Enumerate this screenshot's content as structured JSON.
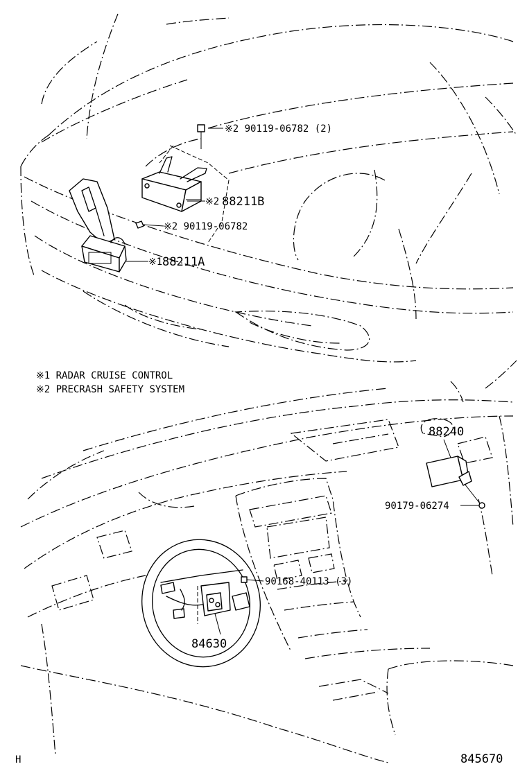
{
  "callouts": {
    "bolt_top": "※2  90119-06782 (2)",
    "sensor_b_mark": "※2",
    "sensor_b": "88211B",
    "bolt_mid": "※2  90119-06782",
    "sensor_a_mark": "※1",
    "sensor_a": "88211A",
    "sensor_88240": "88240",
    "nut_90179": "90179-06274",
    "screw_90168": "90168-40113 (3)",
    "switch_84630": "84630"
  },
  "legend": {
    "note1": "※1  RADAR CRUISE CONTROL",
    "note2": "※2  PRECRASH SAFETY SYSTEM"
  },
  "footer": {
    "left_code": "H",
    "diagram_number": "845670"
  }
}
